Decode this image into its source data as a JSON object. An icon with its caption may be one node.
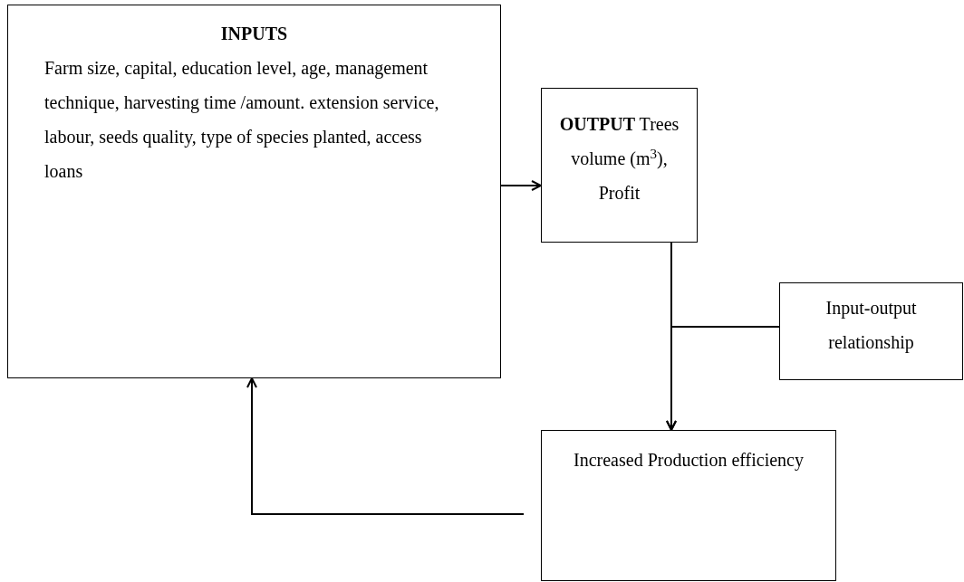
{
  "diagram": {
    "nodes": [
      {
        "text": [
          "INPUTS",
          "Farm size, capital, education level, age, management technique, harvesting time /amount. extension service, labour, seeds quality, type of species planted, access loans"
        ]
      },
      {
        "text": [
          "**OUTPUT** Trees volume (m$^{3}$), Profit"
        ]
      },
      {
        "text": [
          "Input-output relationship"
        ]
      },
      {
        "text": [
          "Increased Production efficiency"
        ]
      }
    ],
    "edges": [
      {
        "from": 0,
        "to": 1,
        "arrow": "to"
      },
      {
        "from": 1,
        "to": 3,
        "arrow": "to"
      },
      {
        "from": 2,
        "to": 3,
        "arrow": "to"
      },
      {
        "from": 3,
        "to": 0,
        "arrow": "to"
      }
    ]
  }
}
